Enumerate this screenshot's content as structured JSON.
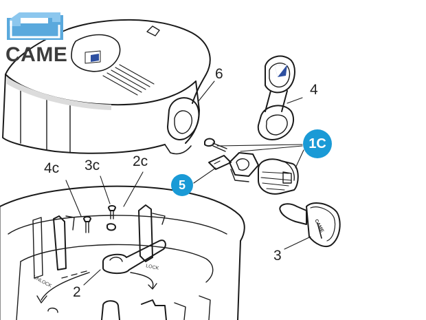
{
  "brand": {
    "logo_text": "CAME",
    "logo_color": "#5aa9dd"
  },
  "callouts": {
    "part_6": "6",
    "part_4": "4",
    "part_1c": "1C",
    "part_5": "5",
    "part_4c": "4c",
    "part_3c": "3c",
    "part_2c": "2c",
    "part_3": "3",
    "part_2": "2"
  },
  "engravings": {
    "unlock": "UNLOCK",
    "lock": "LOCK",
    "key_brand": "CAME"
  },
  "colors": {
    "badge": "#1a9ad6",
    "line": "#1a1a1a",
    "shade": "#d9d9d9"
  }
}
